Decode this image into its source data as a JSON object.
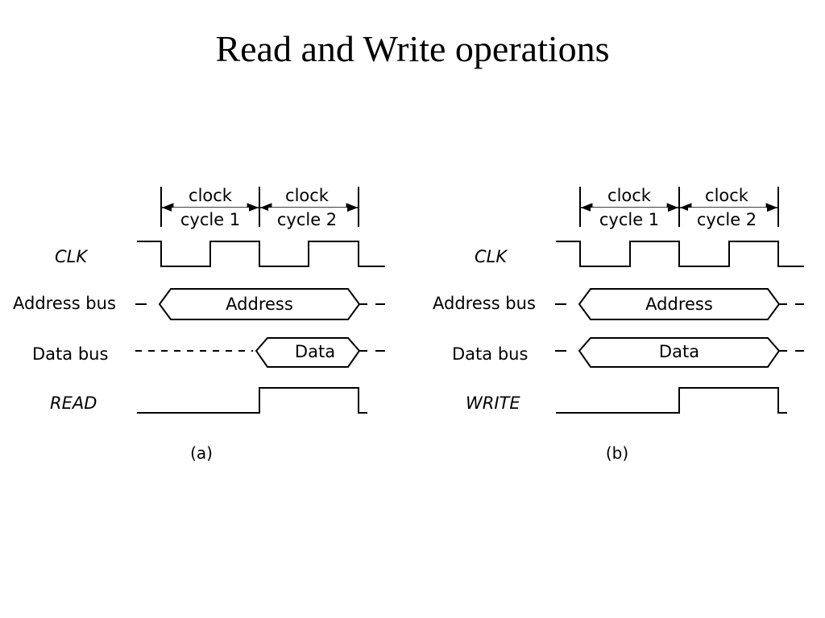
{
  "title": "Read and Write operations",
  "panels": [
    {
      "clock_cycle_1": [
        "clock",
        "cycle 1"
      ],
      "clock_cycle_2": [
        "clock",
        "cycle 2"
      ],
      "signals": {
        "clk": "CLK",
        "address_bus": "Address bus",
        "data_bus": "Data bus",
        "control": "READ"
      },
      "address_label": "Address",
      "data_label": "Data",
      "caption": "(a)"
    },
    {
      "clock_cycle_1": [
        "clock",
        "cycle 1"
      ],
      "clock_cycle_2": [
        "clock",
        "cycle 2"
      ],
      "signals": {
        "clk": "CLK",
        "address_bus": "Address bus",
        "data_bus": "Data bus",
        "control": "WRITE"
      },
      "address_label": "Address",
      "data_label": "Data",
      "caption": "(b)"
    }
  ]
}
